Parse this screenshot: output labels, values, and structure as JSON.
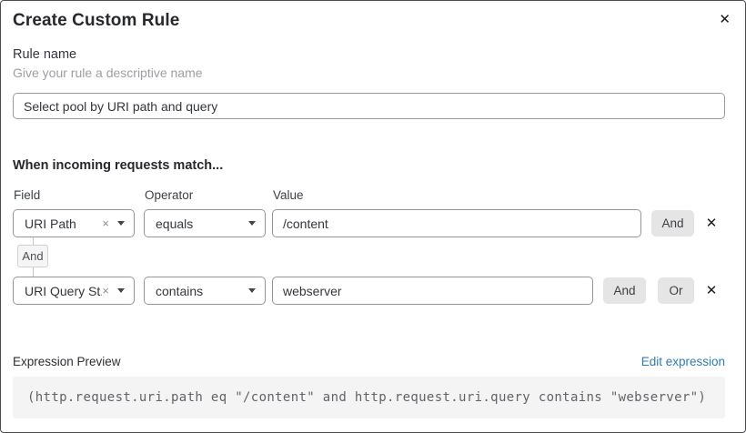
{
  "dialog": {
    "title": "Create Custom Rule",
    "close_icon": "✕"
  },
  "rule_name": {
    "label": "Rule name",
    "hint": "Give your rule a descriptive name",
    "value": "Select pool by URI path and query"
  },
  "matcher": {
    "heading": "When incoming requests match...",
    "columns": {
      "field": "Field",
      "operator": "Operator",
      "value": "Value"
    },
    "rows": [
      {
        "field": "URI Path",
        "operator": "equals",
        "value": "/content",
        "and_label": "And",
        "remove_icon": "✕",
        "clear_icon": "×"
      },
      {
        "field": "URI Query St...",
        "operator": "contains",
        "value": "webserver",
        "and_label": "And",
        "or_label": "Or",
        "remove_icon": "✕",
        "clear_icon": "×"
      }
    ],
    "connector_label": "And"
  },
  "expression": {
    "label": "Expression Preview",
    "edit_link": "Edit expression",
    "code": "(http.request.uri.path eq \"/content\" and http.request.uri.query contains \"webserver\")"
  },
  "colors": {
    "link_blue": "#2e7cb8",
    "button_gray": "#e5e5e6",
    "code_background": "#f4f4f5",
    "border_gray": "#949699"
  }
}
